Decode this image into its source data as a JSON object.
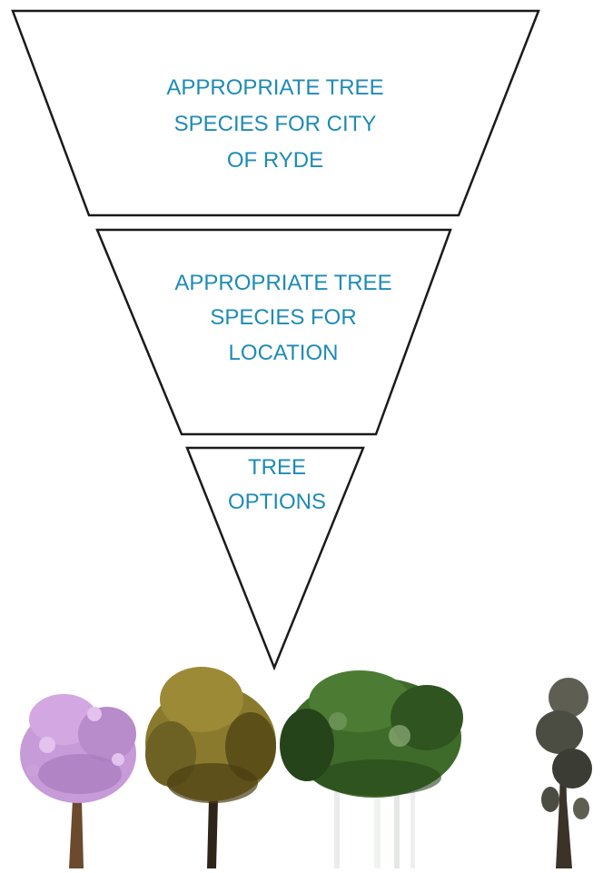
{
  "funnel": {
    "levels": [
      {
        "lines": [
          "APPROPRIATE TREE",
          "SPECIES FOR CITY",
          "OF RYDE"
        ]
      },
      {
        "lines": [
          "APPROPRIATE TREE",
          "SPECIES FOR",
          "LOCATION"
        ]
      },
      {
        "lines": [
          "TREE",
          "OPTIONS"
        ]
      }
    ],
    "text_color": "#1e8bb5",
    "stroke_color": "#1a1a1a"
  },
  "trees": [
    {
      "name": "jacaranda-tree",
      "foliage": "#c79ad8",
      "foliage_dark": "#9b6fb4"
    },
    {
      "name": "brown-foliage-tree",
      "foliage": "#8a7a2e",
      "foliage_dark": "#5c4f18"
    },
    {
      "name": "eucalyptus-grove",
      "foliage": "#3f6b2a",
      "foliage_dark": "#25441a"
    },
    {
      "name": "tall-eucalyptus-tree",
      "foliage": "#5e5f52",
      "foliage_dark": "#3b3c33"
    }
  ]
}
